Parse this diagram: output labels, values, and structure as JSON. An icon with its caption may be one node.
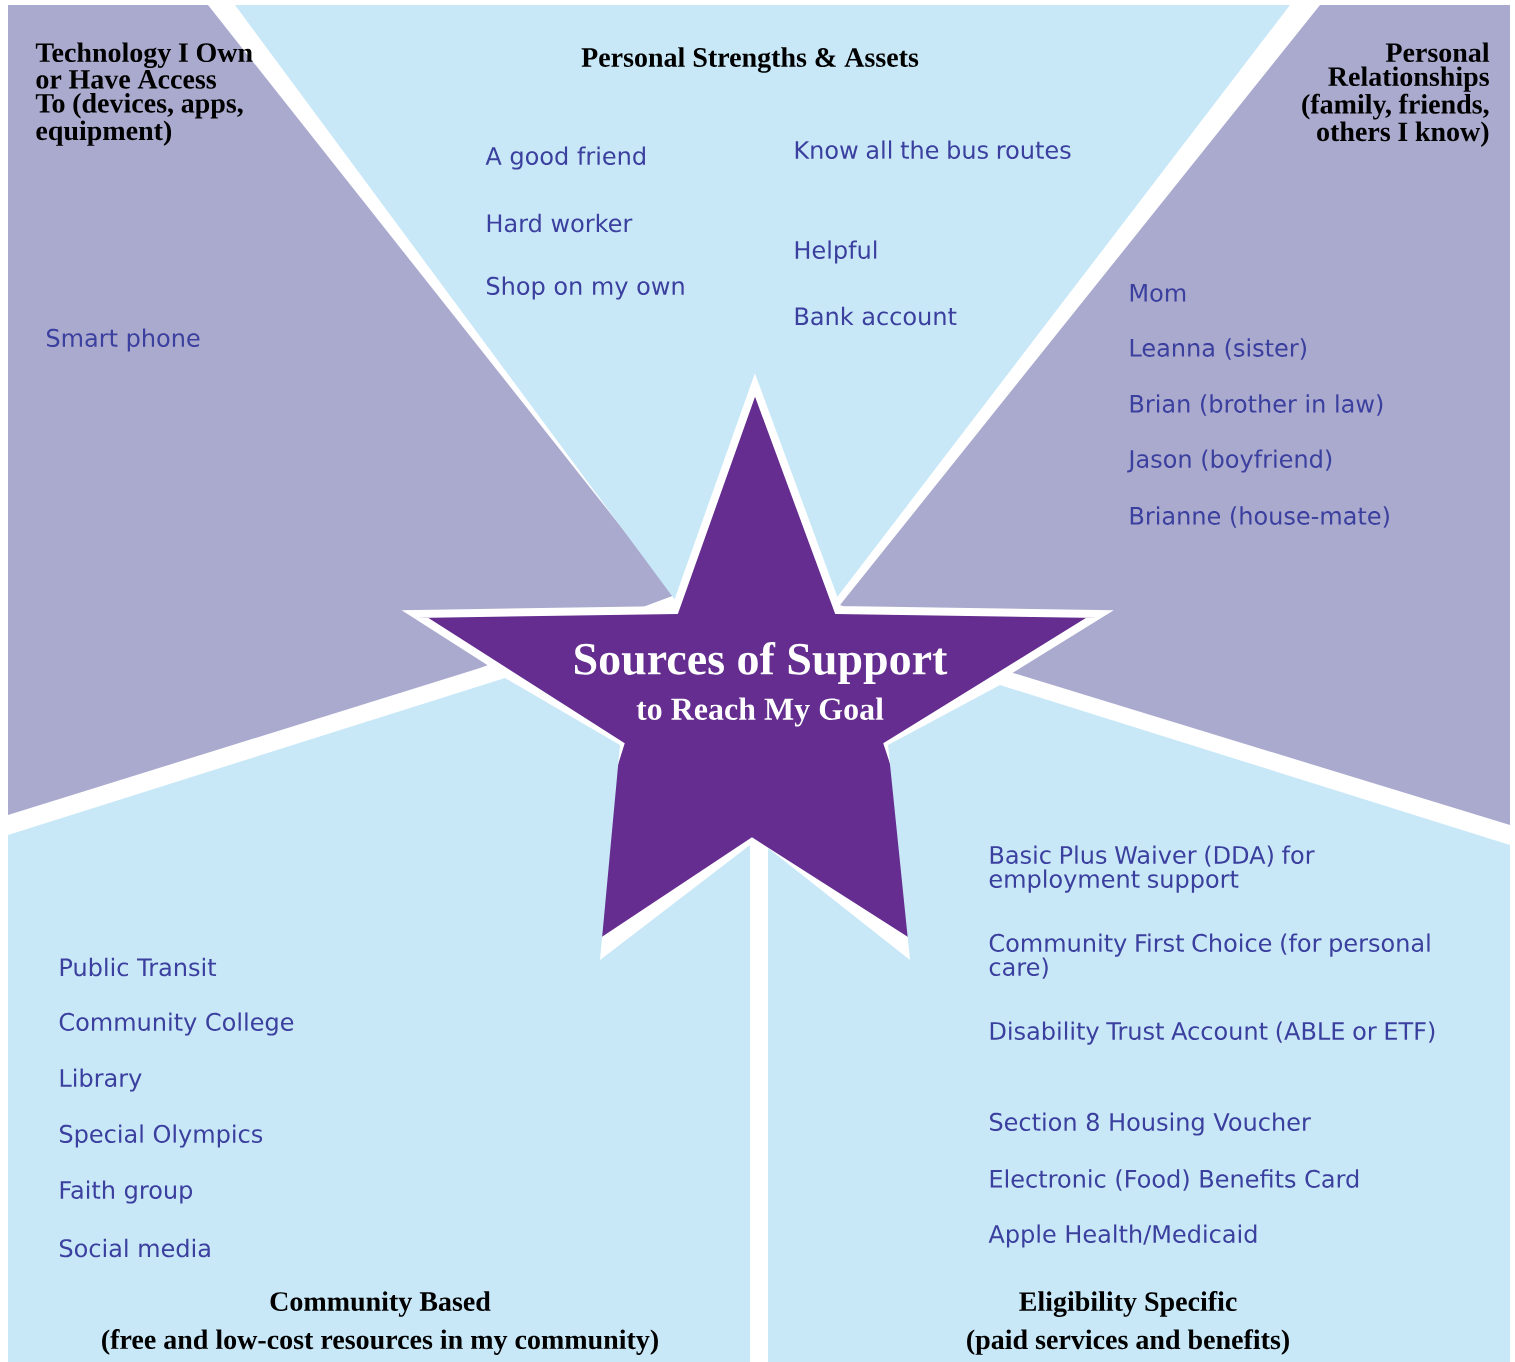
{
  "diagram": {
    "nodes": [
      {
        "text": [
          "Technology I Own or Have Access To (devices, apps, equipment)",
          "Smart phone"
        ]
      },
      {
        "text": [
          "Personal Strengths & Assets",
          "A good friend",
          "Hard worker",
          "Shop on my own",
          "Know all the bus routes",
          "Helpful",
          "Bank account"
        ]
      },
      {
        "text": [
          "Personal Relationships (family, friends, others I know)",
          "Mom",
          "Leanna (sister)",
          "Brian (brother in law)",
          "Jason (boyfriend)",
          "Brianne (house-mate)"
        ]
      },
      {
        "text": [
          "Sources of Support",
          "to Reach My Goal"
        ]
      },
      {
        "text": [
          "Public Transit",
          "Community College",
          "Library",
          "Special Olympics",
          "Faith group",
          "Social media",
          "Community Based",
          "(free and low-cost resources in my community)"
        ]
      },
      {
        "text": [
          "Basic Plus Waiver (DDA) for employment support",
          "Community First Choice (for personal care)",
          "Disability Trust Account (ABLE or ETF)",
          "Section 8 Housing Voucher",
          "Electronic (Food) Benefits Card",
          "Apple Health/Medicaid",
          "Eligibility Specific",
          "(paid services and benefits)"
        ]
      }
    ],
    "edges": []
  }
}
